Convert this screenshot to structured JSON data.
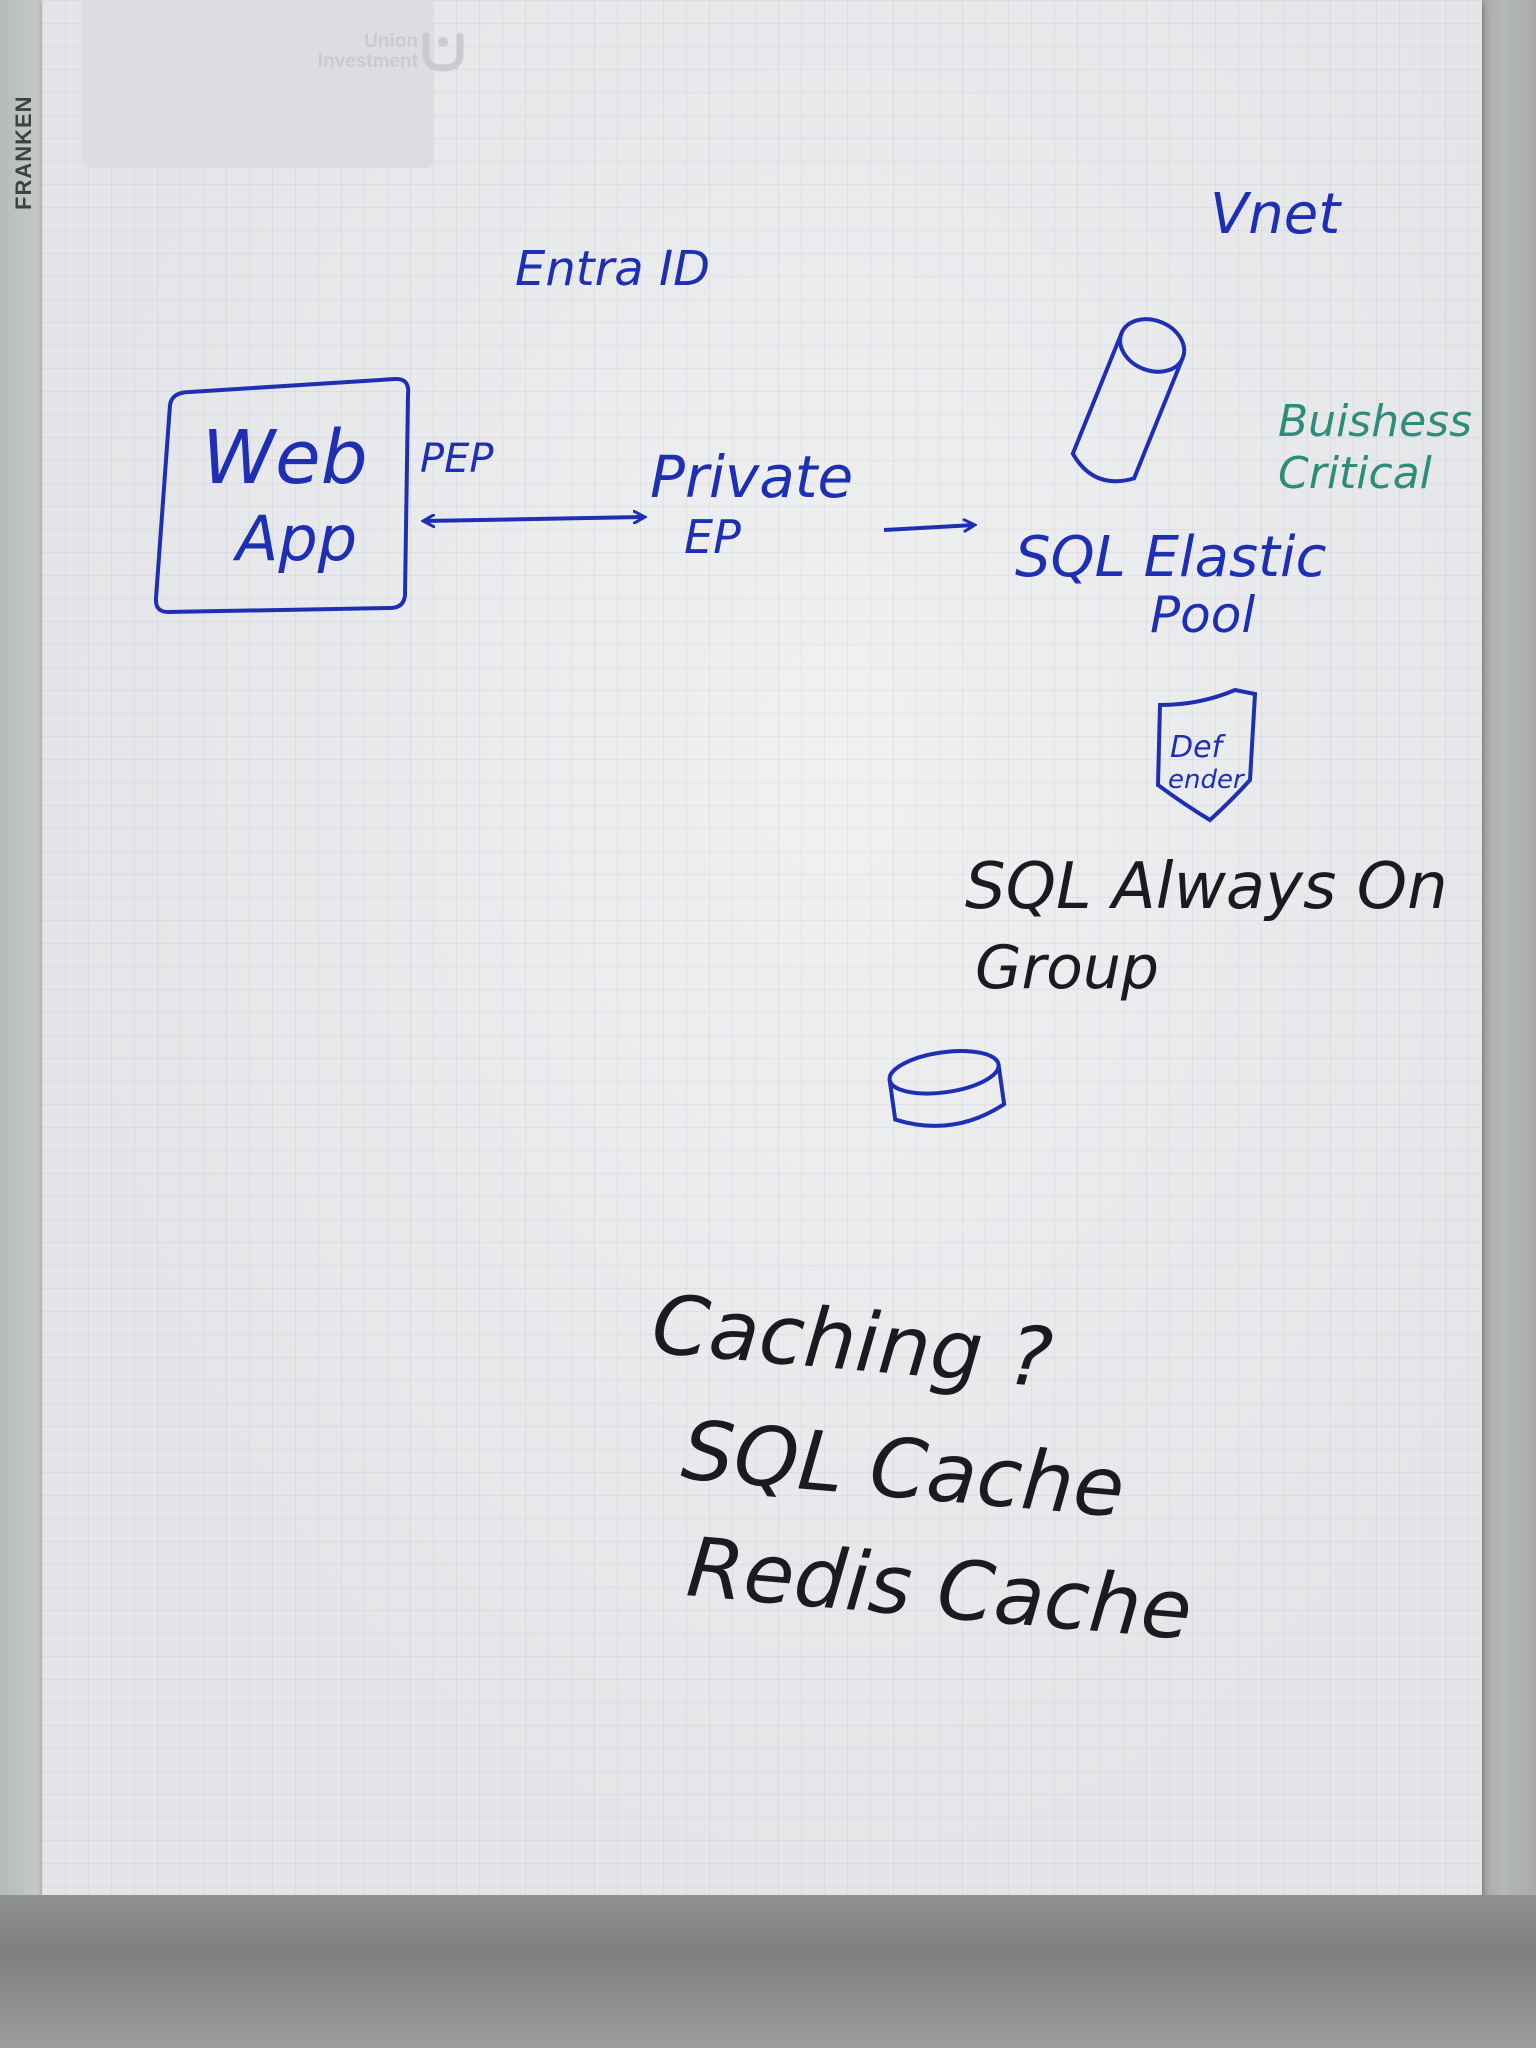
{
  "flipchart": {
    "brand": "FRANKEN",
    "logo": "Union Investment"
  },
  "diagram": {
    "top_labels": {
      "identity": "Entra ID",
      "network": "Vnet"
    },
    "web_app": {
      "line1": "Web",
      "line2": "App"
    },
    "connection_label": "PEP",
    "private_endpoint": {
      "line1": "Private",
      "line2": "EP"
    },
    "sql_elastic_pool": {
      "line1": "SQL Elastic",
      "line2": "Pool"
    },
    "tier_note": {
      "line1": "Buishess",
      "line2": "Critical"
    },
    "defender": {
      "line1": "Def",
      "line2": "ender"
    },
    "always_on": {
      "line1": "SQL Always On",
      "line2": "Group"
    },
    "caching_notes": [
      "Caching ?",
      "SQL Cache",
      "Redis Cache"
    ]
  },
  "colors": {
    "blue_ink": "#1f2fb4",
    "green_ink": "#2e8c7a",
    "black_ink": "#1b1b1f",
    "paper": "#e4e5e8"
  },
  "icons": {
    "database": "cylinder",
    "defender": "shield"
  }
}
